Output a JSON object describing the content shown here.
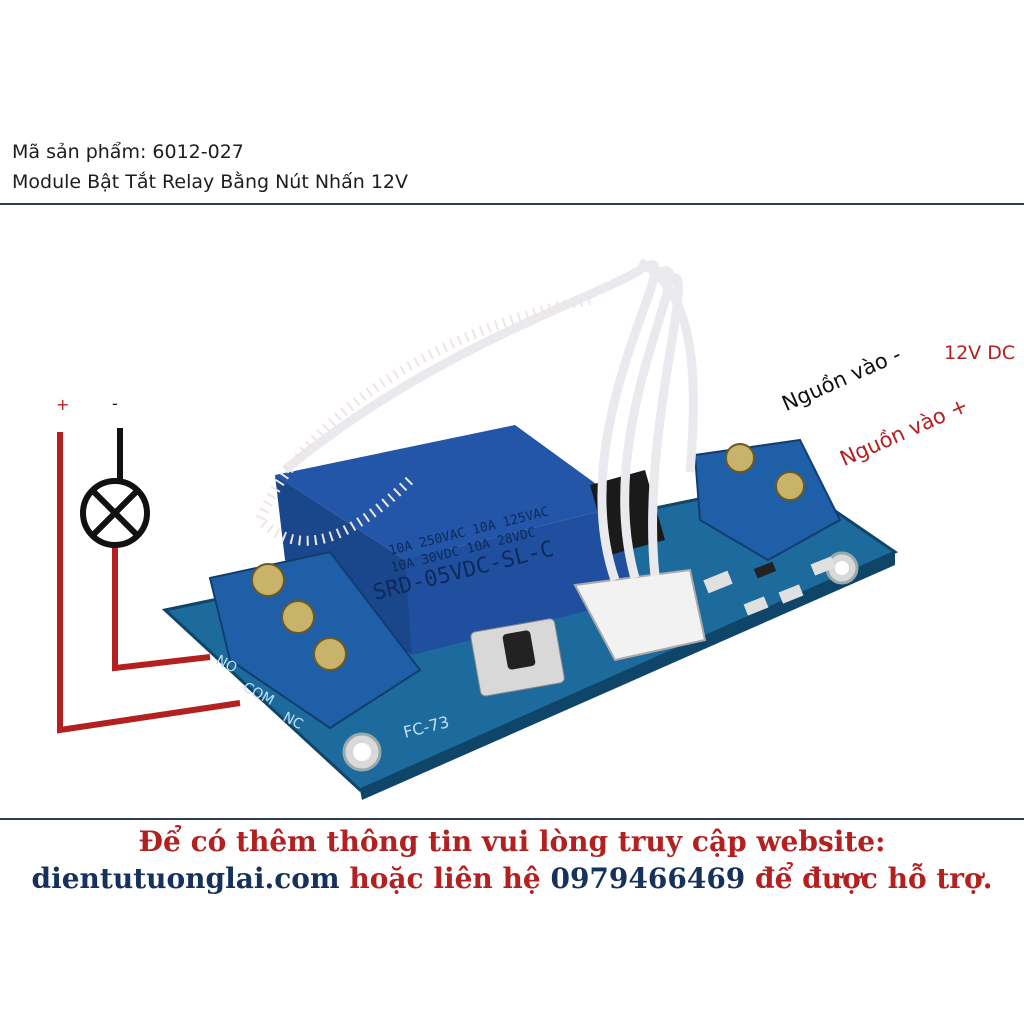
{
  "header": {
    "product_code": "Mã sản phẩm: 6012-027",
    "product_name": "Module Bật Tắt Relay Bằng Nút Nhấn 12V"
  },
  "diagram": {
    "lamp_plus": "+",
    "lamp_minus": "-",
    "power_minus": "Nguồn vào -",
    "voltage": "12V DC",
    "power_plus": "Nguồn vào +",
    "terminal_no": "NO",
    "terminal_com": "COM",
    "terminal_nc": "NC",
    "relay_line1": "10A 250VAC   10A 125VAC",
    "relay_line2": "10A 30VDC    10A 28VDC",
    "relay_model": "SRD-05VDC-SL-C",
    "board_label": "FC-73"
  },
  "footer": {
    "line1": "Để có thêm thông tin vui lòng truy cập website:",
    "website": "dientutuonglai.com",
    "contact_mid": " hoặc liên hệ ",
    "phone": "0979466469",
    "contact_end": " để được hỗ trợ."
  },
  "colors": {
    "wire_red": "#b42020",
    "pcb_blue": "#1d6a9c",
    "relay_blue": "#1f4f9e",
    "terminal_blue": "#1f5fa8",
    "text_red": "#b22020",
    "text_blue": "#16315c"
  }
}
